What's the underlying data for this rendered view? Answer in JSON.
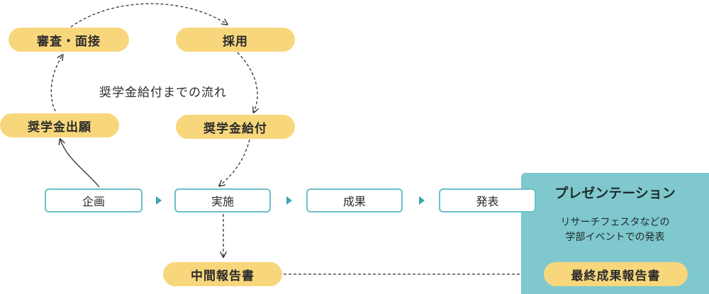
{
  "cycle": {
    "label": "奨学金給付までの流れ",
    "steps": [
      "審査・面接",
      "採用",
      "奨学金出願",
      "奨学金給付"
    ]
  },
  "flow": {
    "steps": [
      "企画",
      "実施",
      "成果",
      "発表"
    ]
  },
  "reports": {
    "interim": "中間報告書",
    "final": "最終成果報告書"
  },
  "panel": {
    "title": "プレゼンテーション",
    "desc_line1": "リサーチフェスタなどの",
    "desc_line2": "学部イベントでの発表"
  },
  "colors": {
    "pill": "#f8d77c",
    "box_border": "#6bbfc7",
    "panel": "#7fc8cd",
    "arrow_triangle": "#3aa6b1"
  }
}
